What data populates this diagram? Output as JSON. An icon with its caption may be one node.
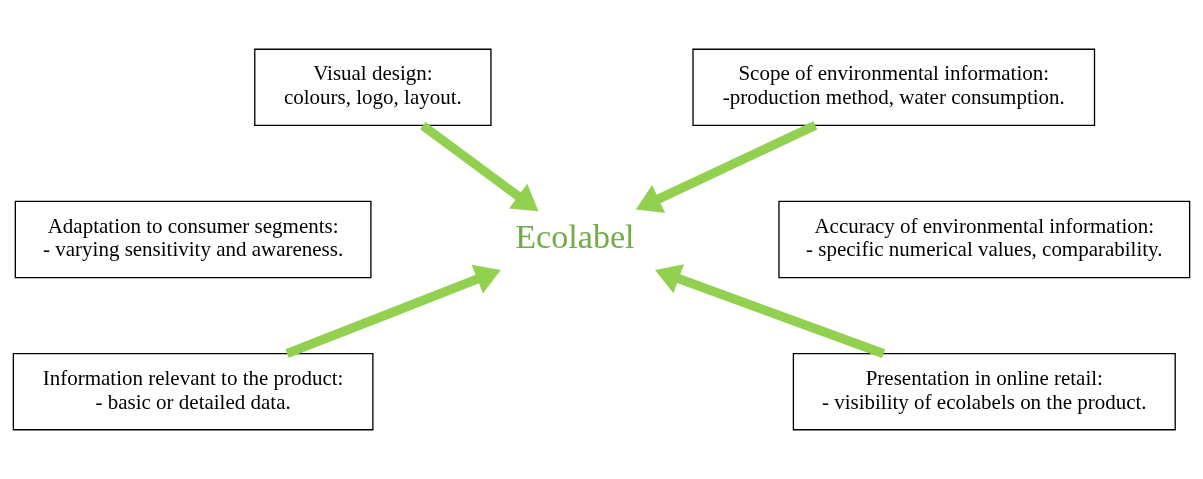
{
  "diagram": {
    "nodes": [
      {
        "text": [
          "Visual design:",
          "colours, logo, layout."
        ]
      },
      {
        "text": [
          "Scope of environmental information:",
          "-production method, water consumption."
        ]
      },
      {
        "text": [
          "Adaptation to consumer segments:",
          "- varying sensitivity and awareness."
        ]
      },
      {
        "text": [
          "Ecolabel"
        ]
      },
      {
        "text": [
          "Accuracy of environmental information:",
          "- specific numerical values, comparability."
        ]
      },
      {
        "text": [
          "Information relevant to the product:",
          "- basic or detailed data."
        ]
      },
      {
        "text": [
          "Presentation in online retail:",
          "- visibility of ecolabels on the product."
        ]
      }
    ],
    "edges": [
      {
        "from": 0,
        "to": 3,
        "arrow": "to"
      },
      {
        "from": 1,
        "to": 3,
        "arrow": "to"
      },
      {
        "from": 5,
        "to": 3,
        "arrow": "to"
      },
      {
        "from": 6,
        "to": 3,
        "arrow": "to"
      }
    ]
  }
}
